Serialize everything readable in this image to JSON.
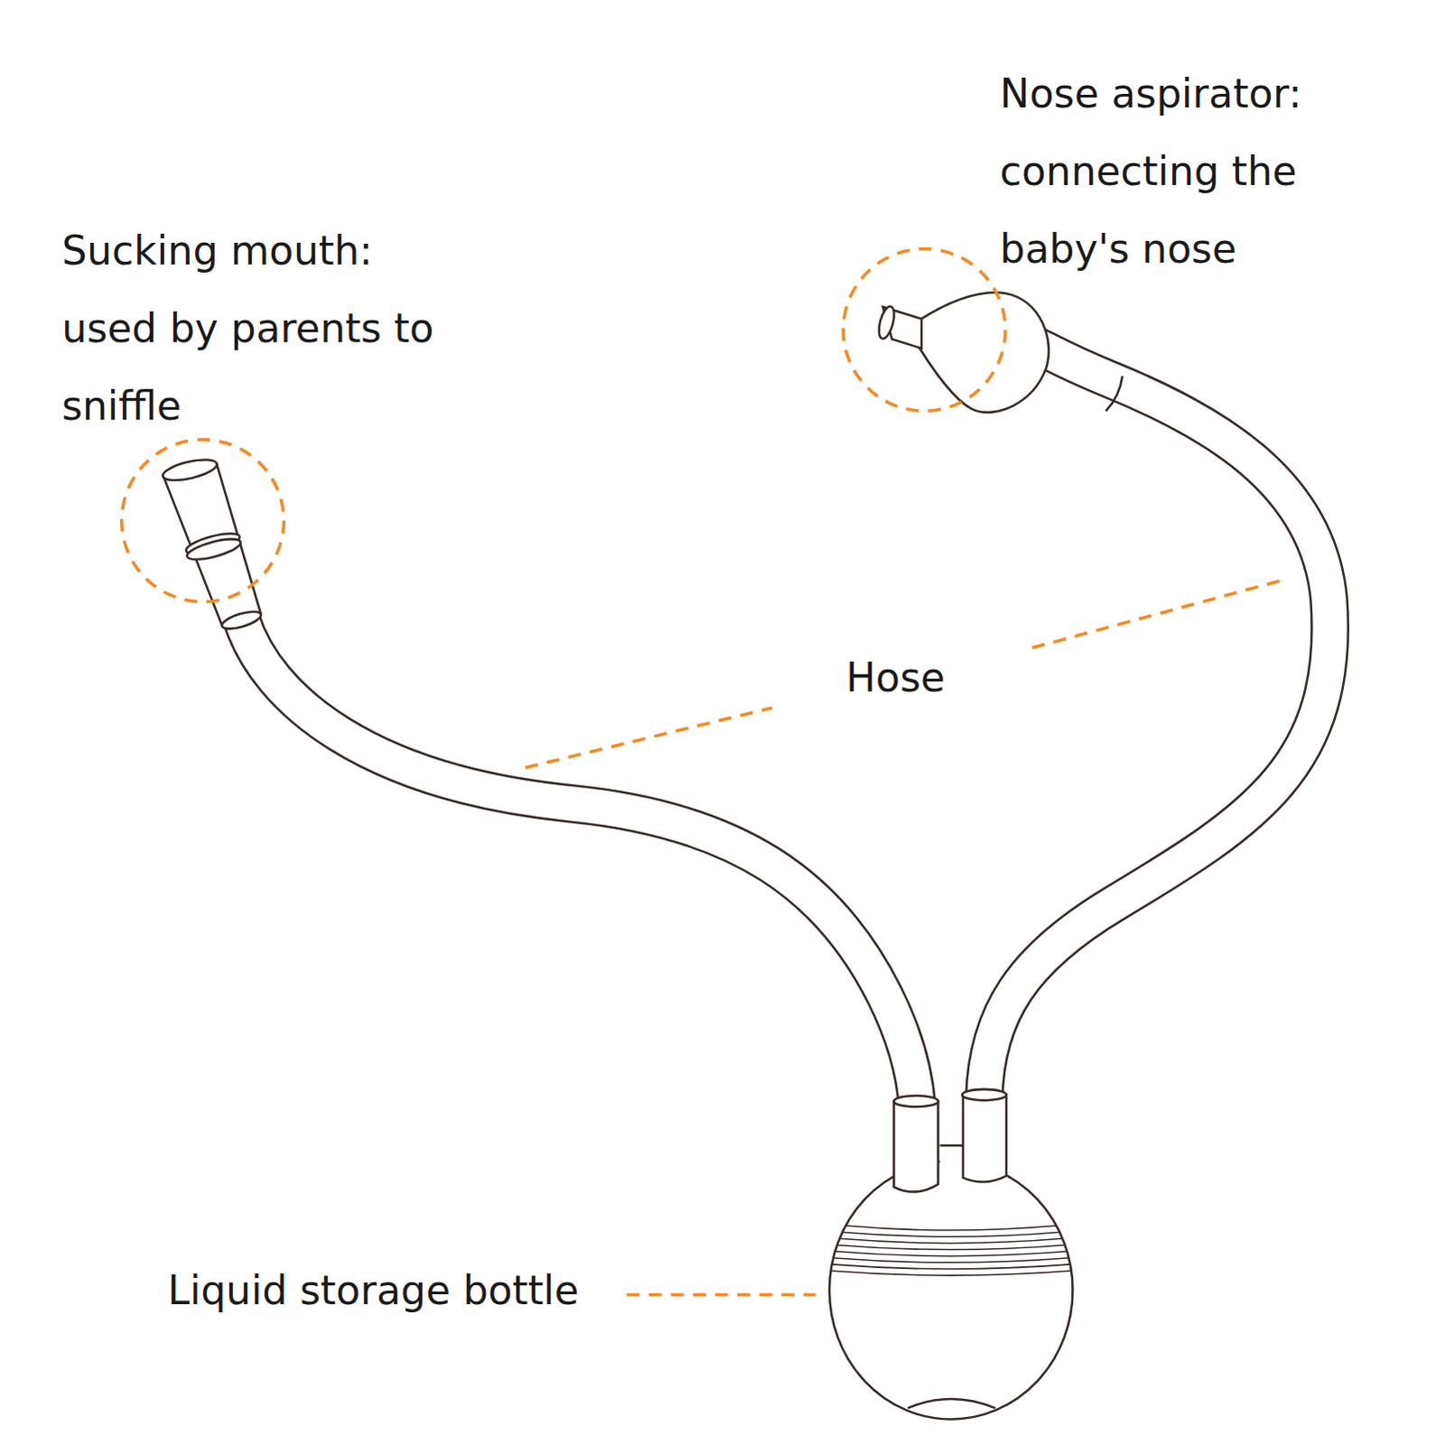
{
  "diagram": {
    "labels": [
      "Sucking mouth: used by parents to sniffle",
      "Nose aspirator: connecting the baby's nose",
      "Hose",
      "Liquid storage bottle"
    ]
  }
}
